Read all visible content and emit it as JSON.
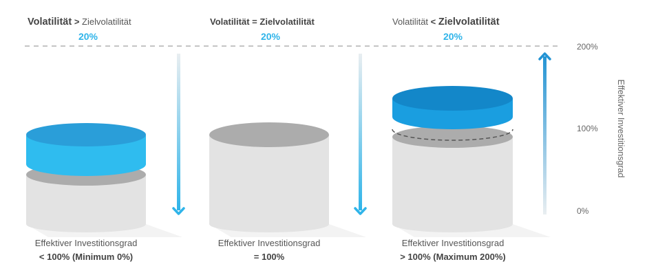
{
  "headers": [
    {
      "left_text": "Volatilität",
      "operator": ">",
      "right_text": "Zielvolatilität",
      "value": "20%"
    },
    {
      "left_text": "Volatilität",
      "operator": "=",
      "right_text": "Zielvolatilität",
      "value": "20%"
    },
    {
      "left_text": "Volatilität",
      "operator": "<",
      "right_text": "Zielvolatilität",
      "value": "20%"
    }
  ],
  "captions": [
    {
      "line1": "Effektiver Investitionsgrad",
      "line2": "< 100% (Minimum 0%)"
    },
    {
      "line1": "Effektiver Investitionsgrad",
      "line2": "= 100%"
    },
    {
      "line1": "Effektiver Investitionsgrad",
      "line2": "> 100% (Maximum 200%)"
    }
  ],
  "axis": {
    "title": "Effektiver Investitionsgrad",
    "ticks": [
      "200%",
      "100%",
      "0%"
    ]
  },
  "colors": {
    "accent": "#2fb4e9",
    "blue_dark": "#1387c9",
    "cylinder_light": "#e3e3e3",
    "cylinder_top": "#a9a9a9"
  }
}
